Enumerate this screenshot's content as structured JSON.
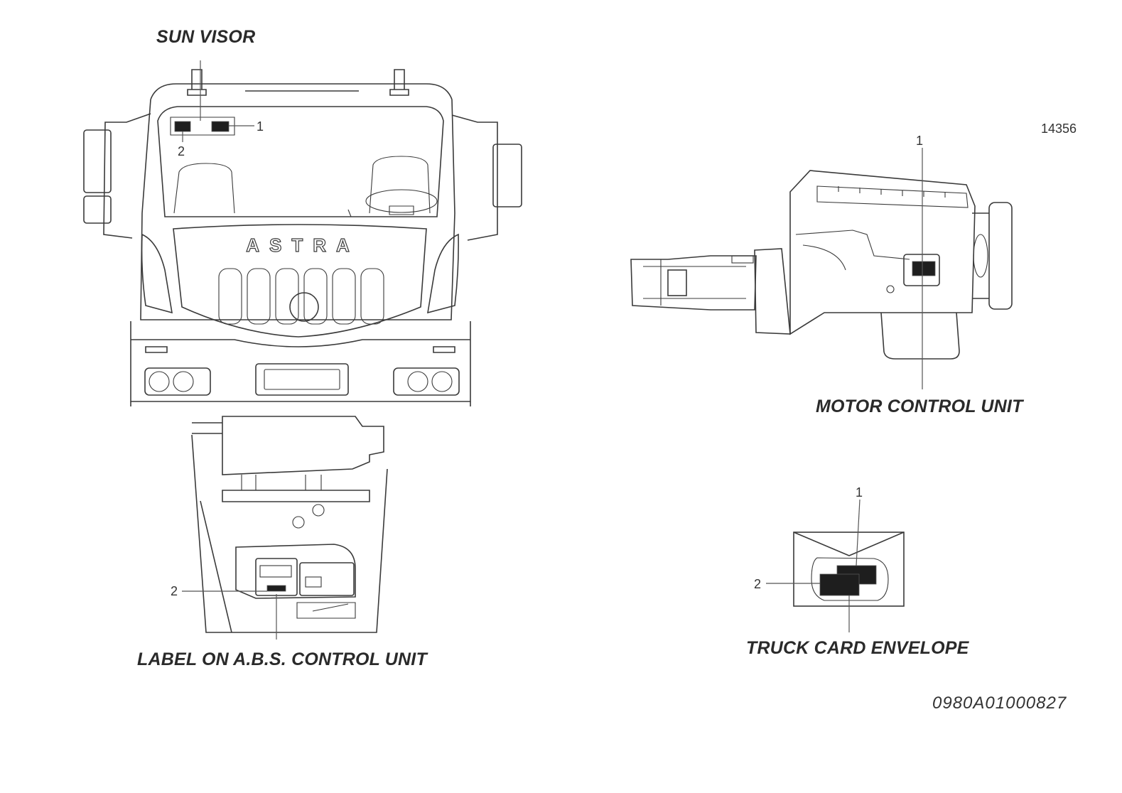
{
  "figure_ref": "14356",
  "drawing_code": "0980A01000827",
  "sections": {
    "sun_visor": {
      "title": "SUN VISOR",
      "callout_1": "1",
      "callout_2": "2",
      "grille_text": "ASTRA"
    },
    "motor": {
      "title": "MOTOR CONTROL UNIT",
      "callout_1": "1"
    },
    "abs": {
      "title": "LABEL ON A.B.S. CONTROL UNIT",
      "callout_2": "2"
    },
    "envelope": {
      "title": "TRUCK CARD ENVELOPE",
      "callout_1": "1",
      "callout_2": "2"
    }
  },
  "colors": {
    "line": "#3a3a3a",
    "label_fill": "#1e1e1e",
    "background": "#ffffff"
  }
}
